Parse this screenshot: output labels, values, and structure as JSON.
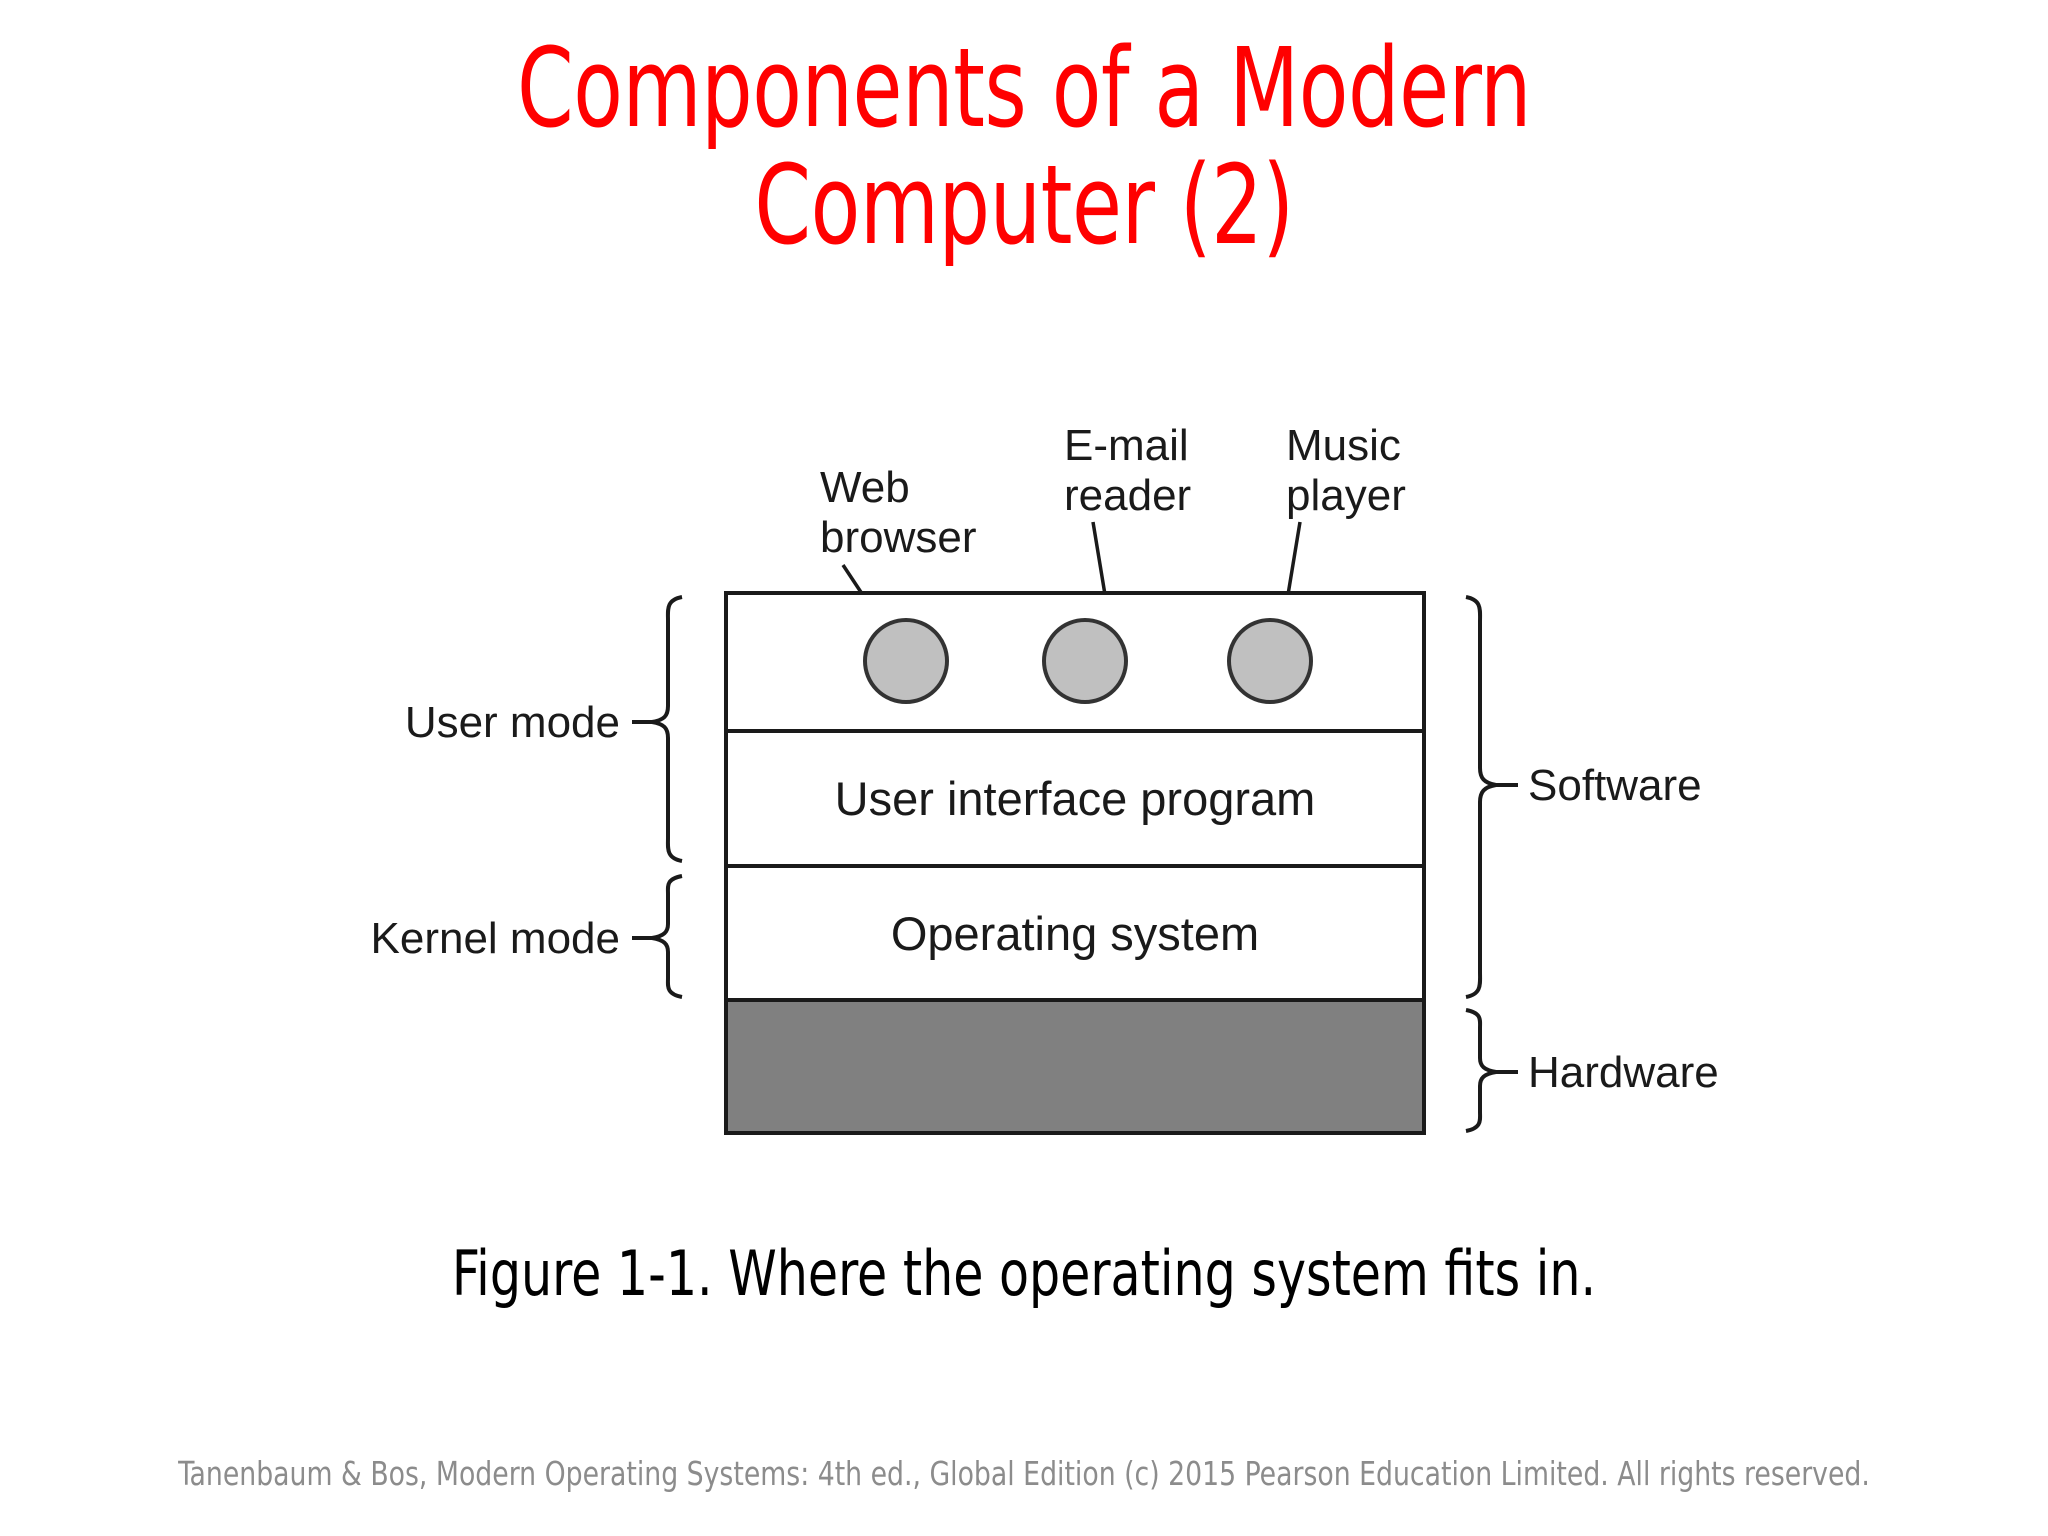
{
  "slide": {
    "title": "Components of a Modern\nComputer (2)",
    "title_color": "#FF0000",
    "background_color": "#FFFFFF"
  },
  "figure": {
    "caption": "Figure 1-1. Where the operating system fits in.",
    "app_labels": [
      {
        "id": "web-browser",
        "line1": "Web",
        "line2": "browser"
      },
      {
        "id": "email-reader",
        "line1": "E-mail",
        "line2": "reader"
      },
      {
        "id": "music-player",
        "line1": "Music",
        "line2": "player"
      }
    ],
    "layers": [
      {
        "id": "applications",
        "label": "",
        "fill": "#FFFFFF"
      },
      {
        "id": "user-interface-program",
        "label": "User interface program",
        "fill": "#FFFFFF"
      },
      {
        "id": "operating-system",
        "label": "Operating system",
        "fill": "#FFFFFF"
      },
      {
        "id": "hardware-block",
        "label": "",
        "fill": "#808080"
      }
    ],
    "left_brace_labels": [
      {
        "id": "user-mode",
        "label": "User mode"
      },
      {
        "id": "kernel-mode",
        "label": "Kernel mode"
      }
    ],
    "right_brace_labels": [
      {
        "id": "software",
        "label": "Software"
      },
      {
        "id": "hardware",
        "label": "Hardware"
      }
    ],
    "process_circle_fill": "#C0C0C0",
    "process_circle_stroke": "#333333",
    "box_stroke": "#1a1a1a"
  },
  "footer": {
    "credit": "Tanenbaum & Bos, Modern  Operating Systems: 4th ed., Global Edition (c) 2015 Pearson Education Limited. All rights reserved.",
    "color": "#8C8C8C"
  }
}
